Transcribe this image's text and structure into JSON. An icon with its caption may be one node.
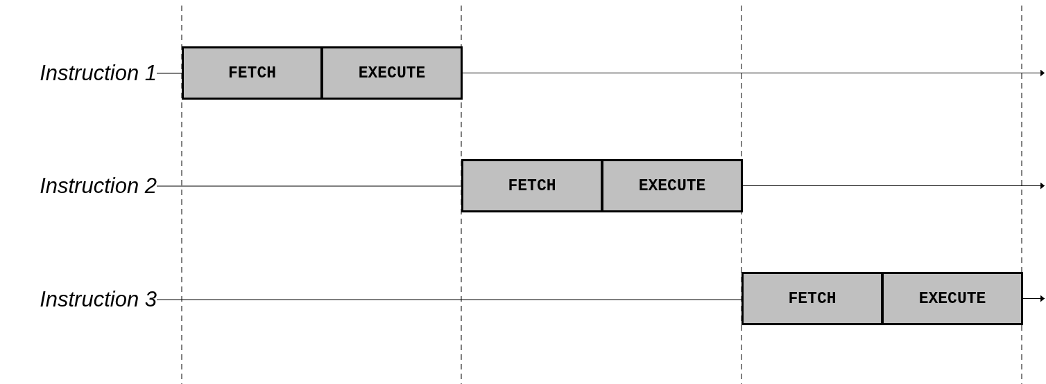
{
  "diagram": {
    "nodes": [
      {
        "text": [
          "Instruction 1"
        ]
      },
      {
        "text": [
          "FETCH"
        ]
      },
      {
        "text": [
          "EXECUTE"
        ]
      },
      {
        "text": [
          "Instruction 2"
        ]
      },
      {
        "text": [
          "FETCH"
        ]
      },
      {
        "text": [
          "EXECUTE"
        ]
      },
      {
        "text": [
          "Instruction 3"
        ]
      },
      {
        "text": [
          "FETCH"
        ]
      },
      {
        "text": [
          "EXECUTE"
        ]
      }
    ],
    "edges": [
      {
        "from": 0,
        "to": 1,
        "arrow": "none"
      },
      {
        "from": 2,
        "to": null,
        "arrow": "to"
      },
      {
        "from": 3,
        "to": 4,
        "arrow": "none"
      },
      {
        "from": 5,
        "to": null,
        "arrow": "to"
      },
      {
        "from": 6,
        "to": 7,
        "arrow": "none"
      },
      {
        "from": 8,
        "to": null,
        "arrow": "to"
      }
    ]
  }
}
